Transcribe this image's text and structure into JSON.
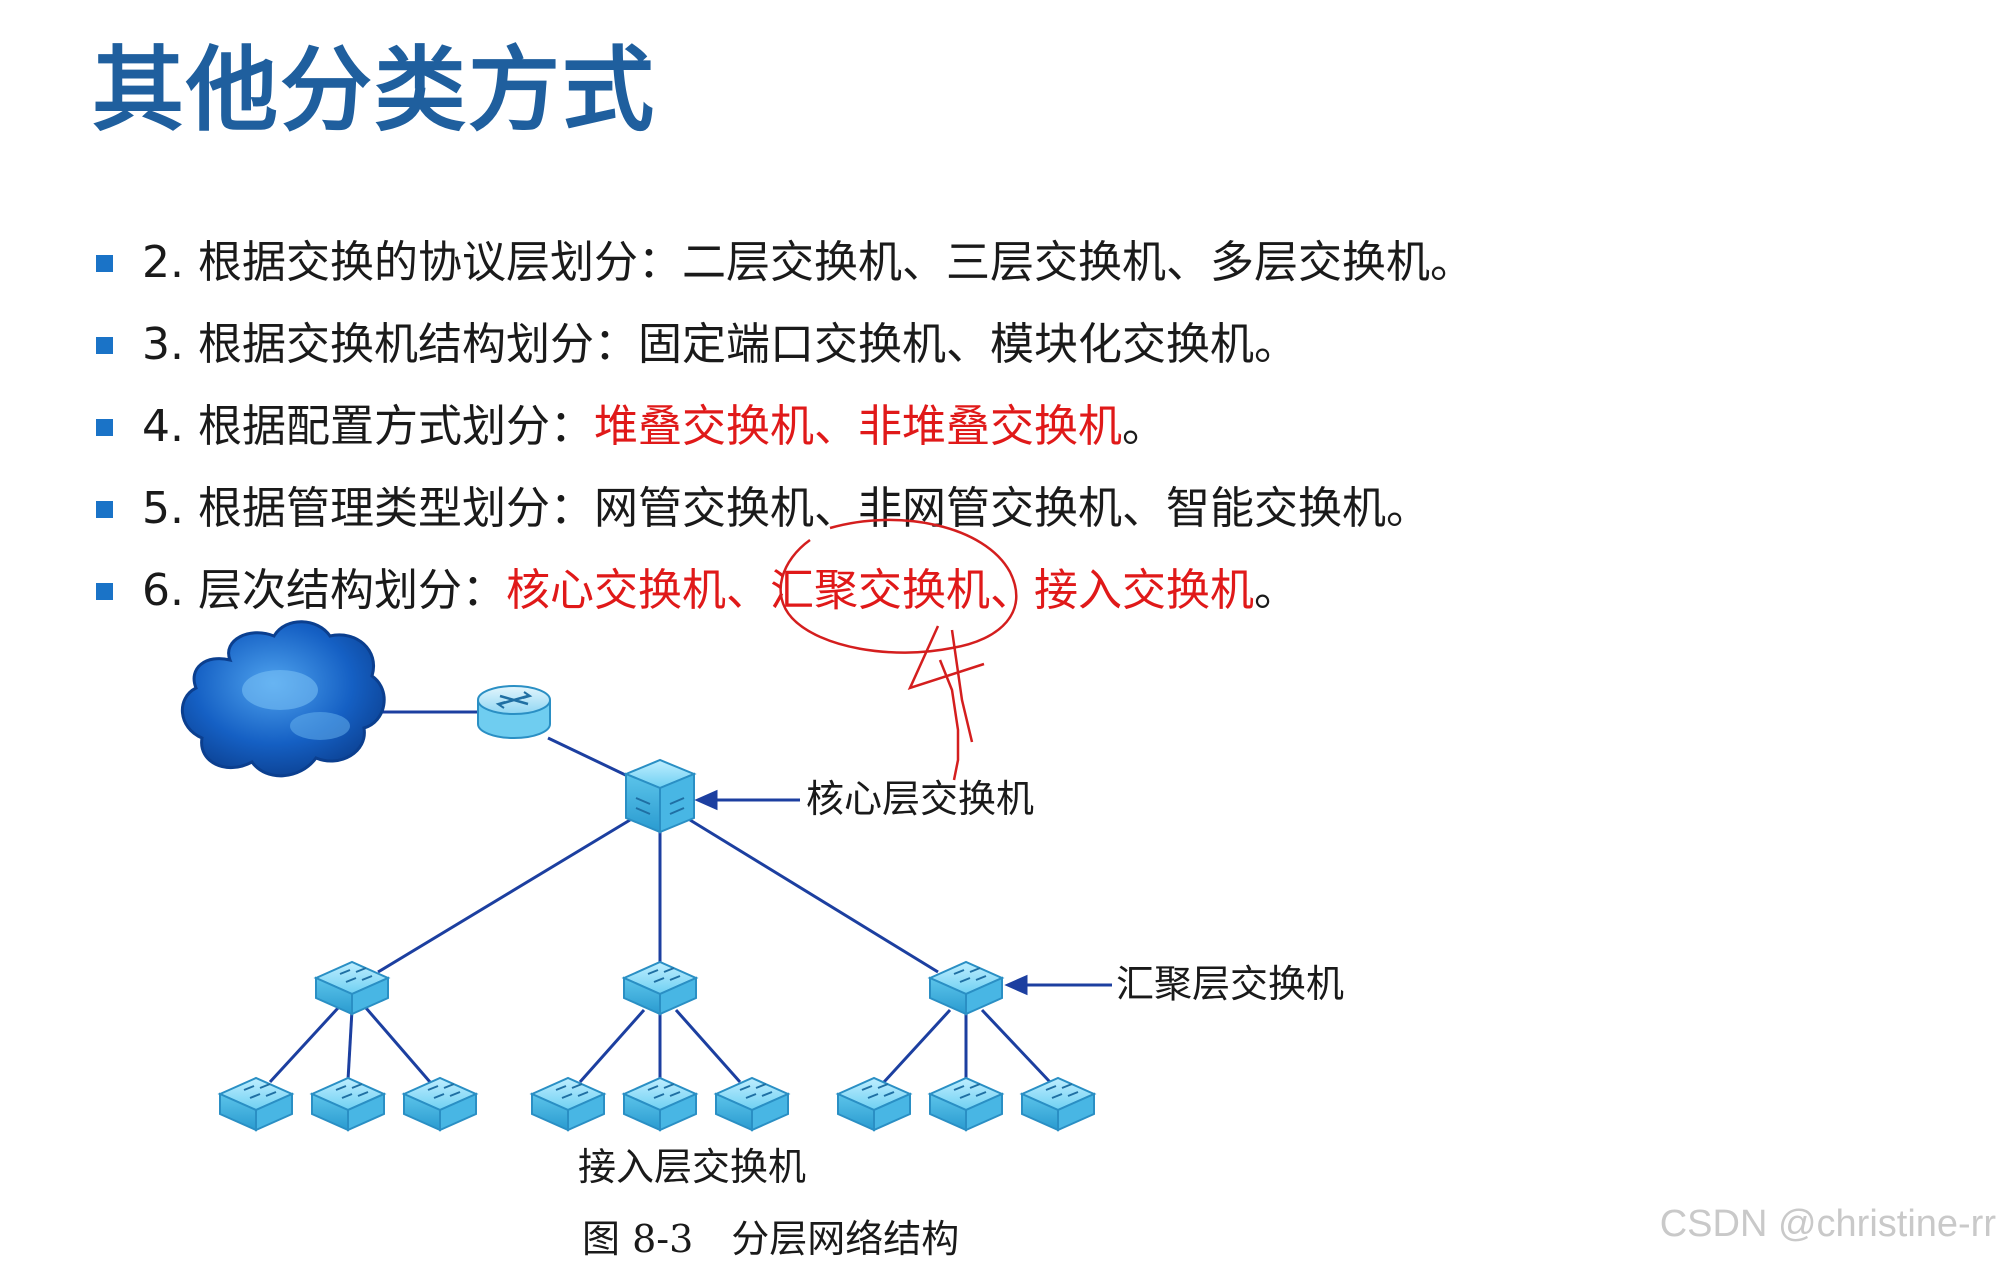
{
  "title": "其他分类方式",
  "bullets": [
    {
      "prefix": "2. 根据交换的协议层划分：",
      "highlight": "",
      "suffix": "二层交换机、三层交换机、多层交换机。"
    },
    {
      "prefix": "3. 根据交换机结构划分：",
      "highlight": "",
      "suffix": "固定端口交换机、模块化交换机。"
    },
    {
      "prefix": "4. 根据配置方式划分：",
      "highlight": "堆叠交换机、非堆叠交换机",
      "suffix": "。"
    },
    {
      "prefix": "5. 根据管理类型划分：",
      "highlight": "",
      "suffix": "网管交换机、非网管交换机、智能交换机。"
    },
    {
      "prefix": "6. 层次结构划分：",
      "highlight": "核心交换机、汇聚交换机、接入交换机",
      "suffix": "。"
    }
  ],
  "diagram": {
    "core_label": "核心层交换机",
    "aggregation_label": "汇聚层交换机",
    "access_label": "接入层交换机",
    "caption": "图 8-3　分层网络结构"
  },
  "colors": {
    "title": "#1f5f9e",
    "bullet": "#1a73c7",
    "highlight": "#e01919",
    "link": "#1c3fa0",
    "switch": "#5cc4ea",
    "cloud": "#1560c4"
  },
  "watermark": "CSDN @christine-rr"
}
